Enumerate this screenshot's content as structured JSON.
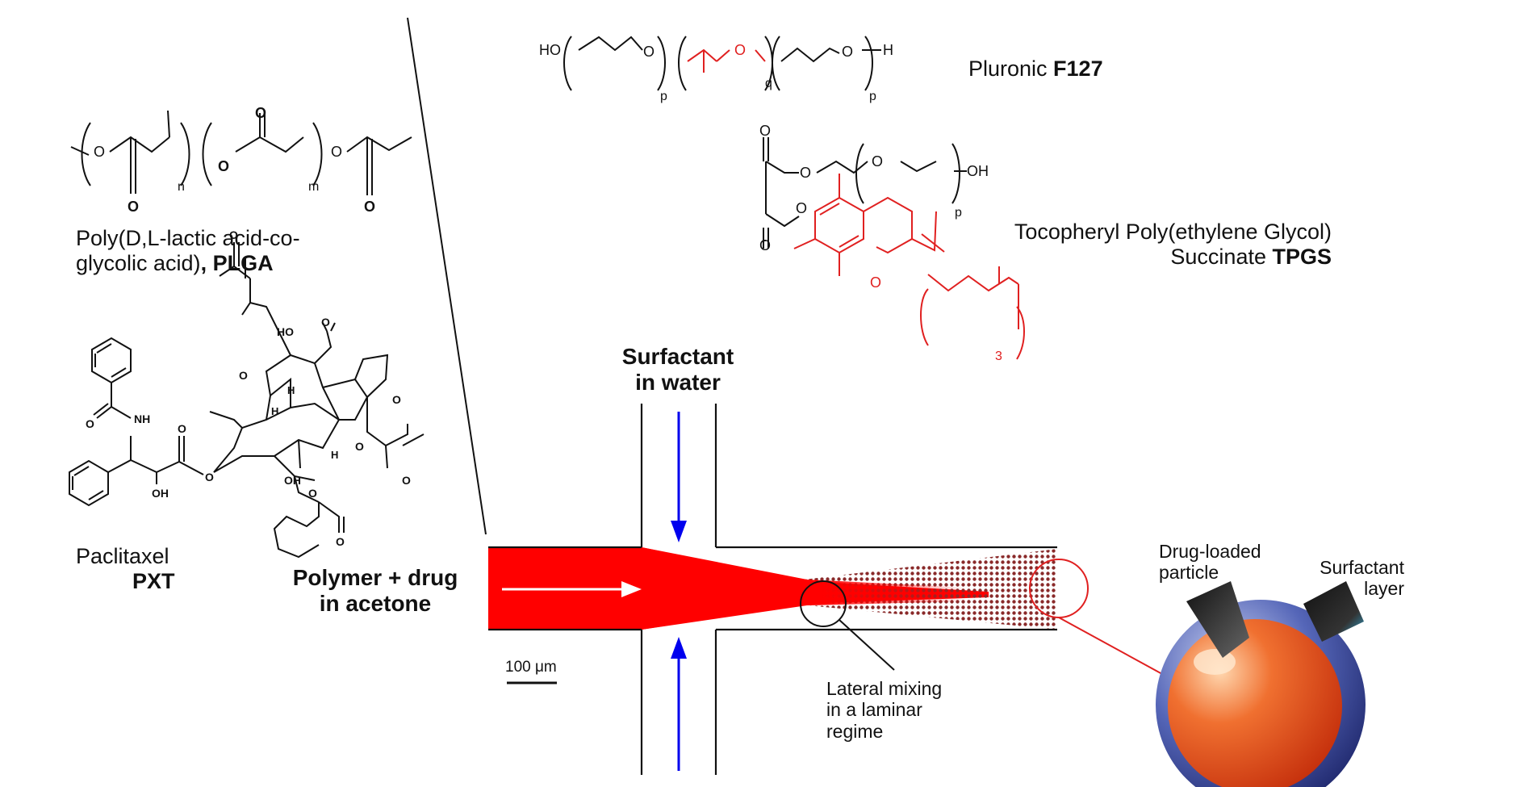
{
  "figure": {
    "chemicals": {
      "f127": {
        "name": "Pluronic ",
        "abbr": "F127",
        "atoms": {
          "ho": "HO",
          "o1": "O",
          "o2": "O",
          "o3": "O",
          "h": "H",
          "p1": "p",
          "q": "q",
          "p2": "p"
        }
      },
      "plga": {
        "name_line1": "Poly(D,L-lactic acid-co-",
        "name_line2": "glycolic acid)",
        "abbr": ", PLGA",
        "atoms": {
          "o_ester1": "O",
          "o_carbonyl1": "O",
          "o_ester2": "O",
          "o_carbonyl2": "O",
          "o_ester3": "O",
          "o_carbonyl3": "O",
          "n": "n",
          "m": "m"
        }
      },
      "tpgs": {
        "name_line1": "Tocopheryl Poly(ethylene Glycol)",
        "name_line2": "Succinate ",
        "abbr": "TPGS",
        "atoms": {
          "o1": "O",
          "o2": "O",
          "o3": "O",
          "o4": "O",
          "o5": "O",
          "o6": "O",
          "oh": "OH",
          "p": "p",
          "o_ring": "O",
          "three": "3"
        }
      },
      "pxt": {
        "name": "Paclitaxel",
        "abbr": "PXT",
        "atoms": {
          "nh": "NH",
          "o1": "O",
          "o2": "O",
          "oh1": "OH",
          "o3": "O",
          "o4": "O",
          "ho": "HO",
          "o5": "O",
          "h1": "H",
          "h2": "H",
          "o6": "O",
          "o7": "O",
          "o8": "O",
          "oh2": "OH",
          "o9": "O",
          "o10": "O",
          "o11": "O",
          "h3": "H"
        }
      }
    },
    "device": {
      "surfactant_line1": "Surfactant",
      "surfactant_line2": "in water",
      "polymer_line1": "Polymer + drug",
      "polymer_line2": "in acetone",
      "scale": "100 μm",
      "mixing_line1": "Lateral mixing",
      "mixing_line2": "in a laminar",
      "mixing_line3": "regime",
      "particle_line1": "Drug-loaded",
      "particle_line2": "particle",
      "layer_line1": "Surfactant",
      "layer_line2": "layer"
    },
    "colors": {
      "organic_stream": "#ff0000",
      "water_arrows": "#0000ee",
      "structure_highlight": "#e02020",
      "particle_core": "#e8501a",
      "particle_shell": "#4a5aa8"
    }
  }
}
